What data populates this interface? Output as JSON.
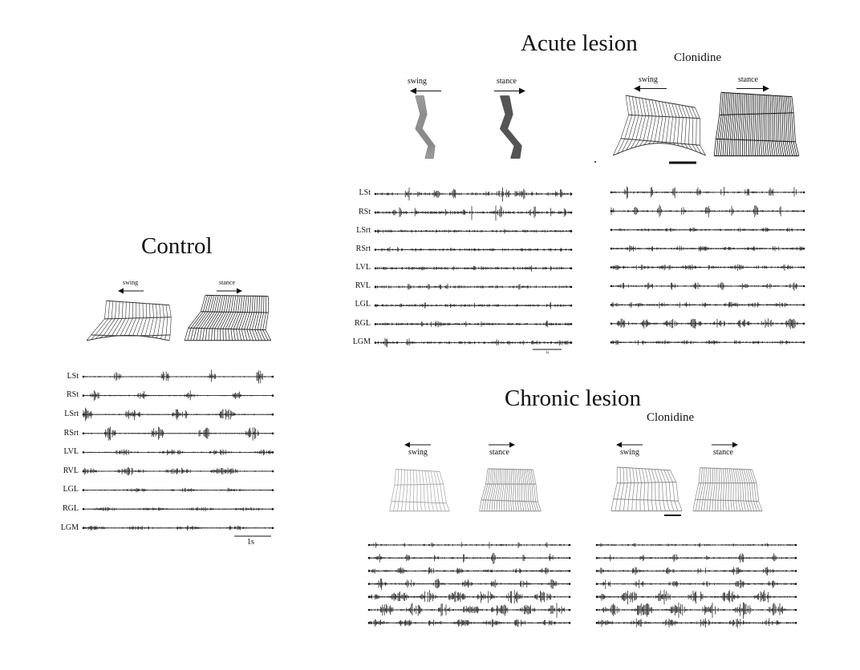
{
  "titles": {
    "control": "Control",
    "acute": "Acute lesion",
    "chronic": "Chronic lesion",
    "acute_drug": "Clonidine",
    "chronic_drug": "Clonidine"
  },
  "phase_labels": {
    "swing": "swing",
    "stance": "stance"
  },
  "channels": [
    "LSt",
    "RSt",
    "LSrt",
    "RSrt",
    "LVL",
    "RVL",
    "LGL",
    "RGL",
    "LGM"
  ],
  "scale_bars": {
    "control_time": "1s",
    "acute_time": "1s"
  },
  "colors": {
    "ink": "#111111",
    "stick_dark": "#222222",
    "stick_gray": "#8a8a8a",
    "stick_light": "#a8a8a8"
  }
}
